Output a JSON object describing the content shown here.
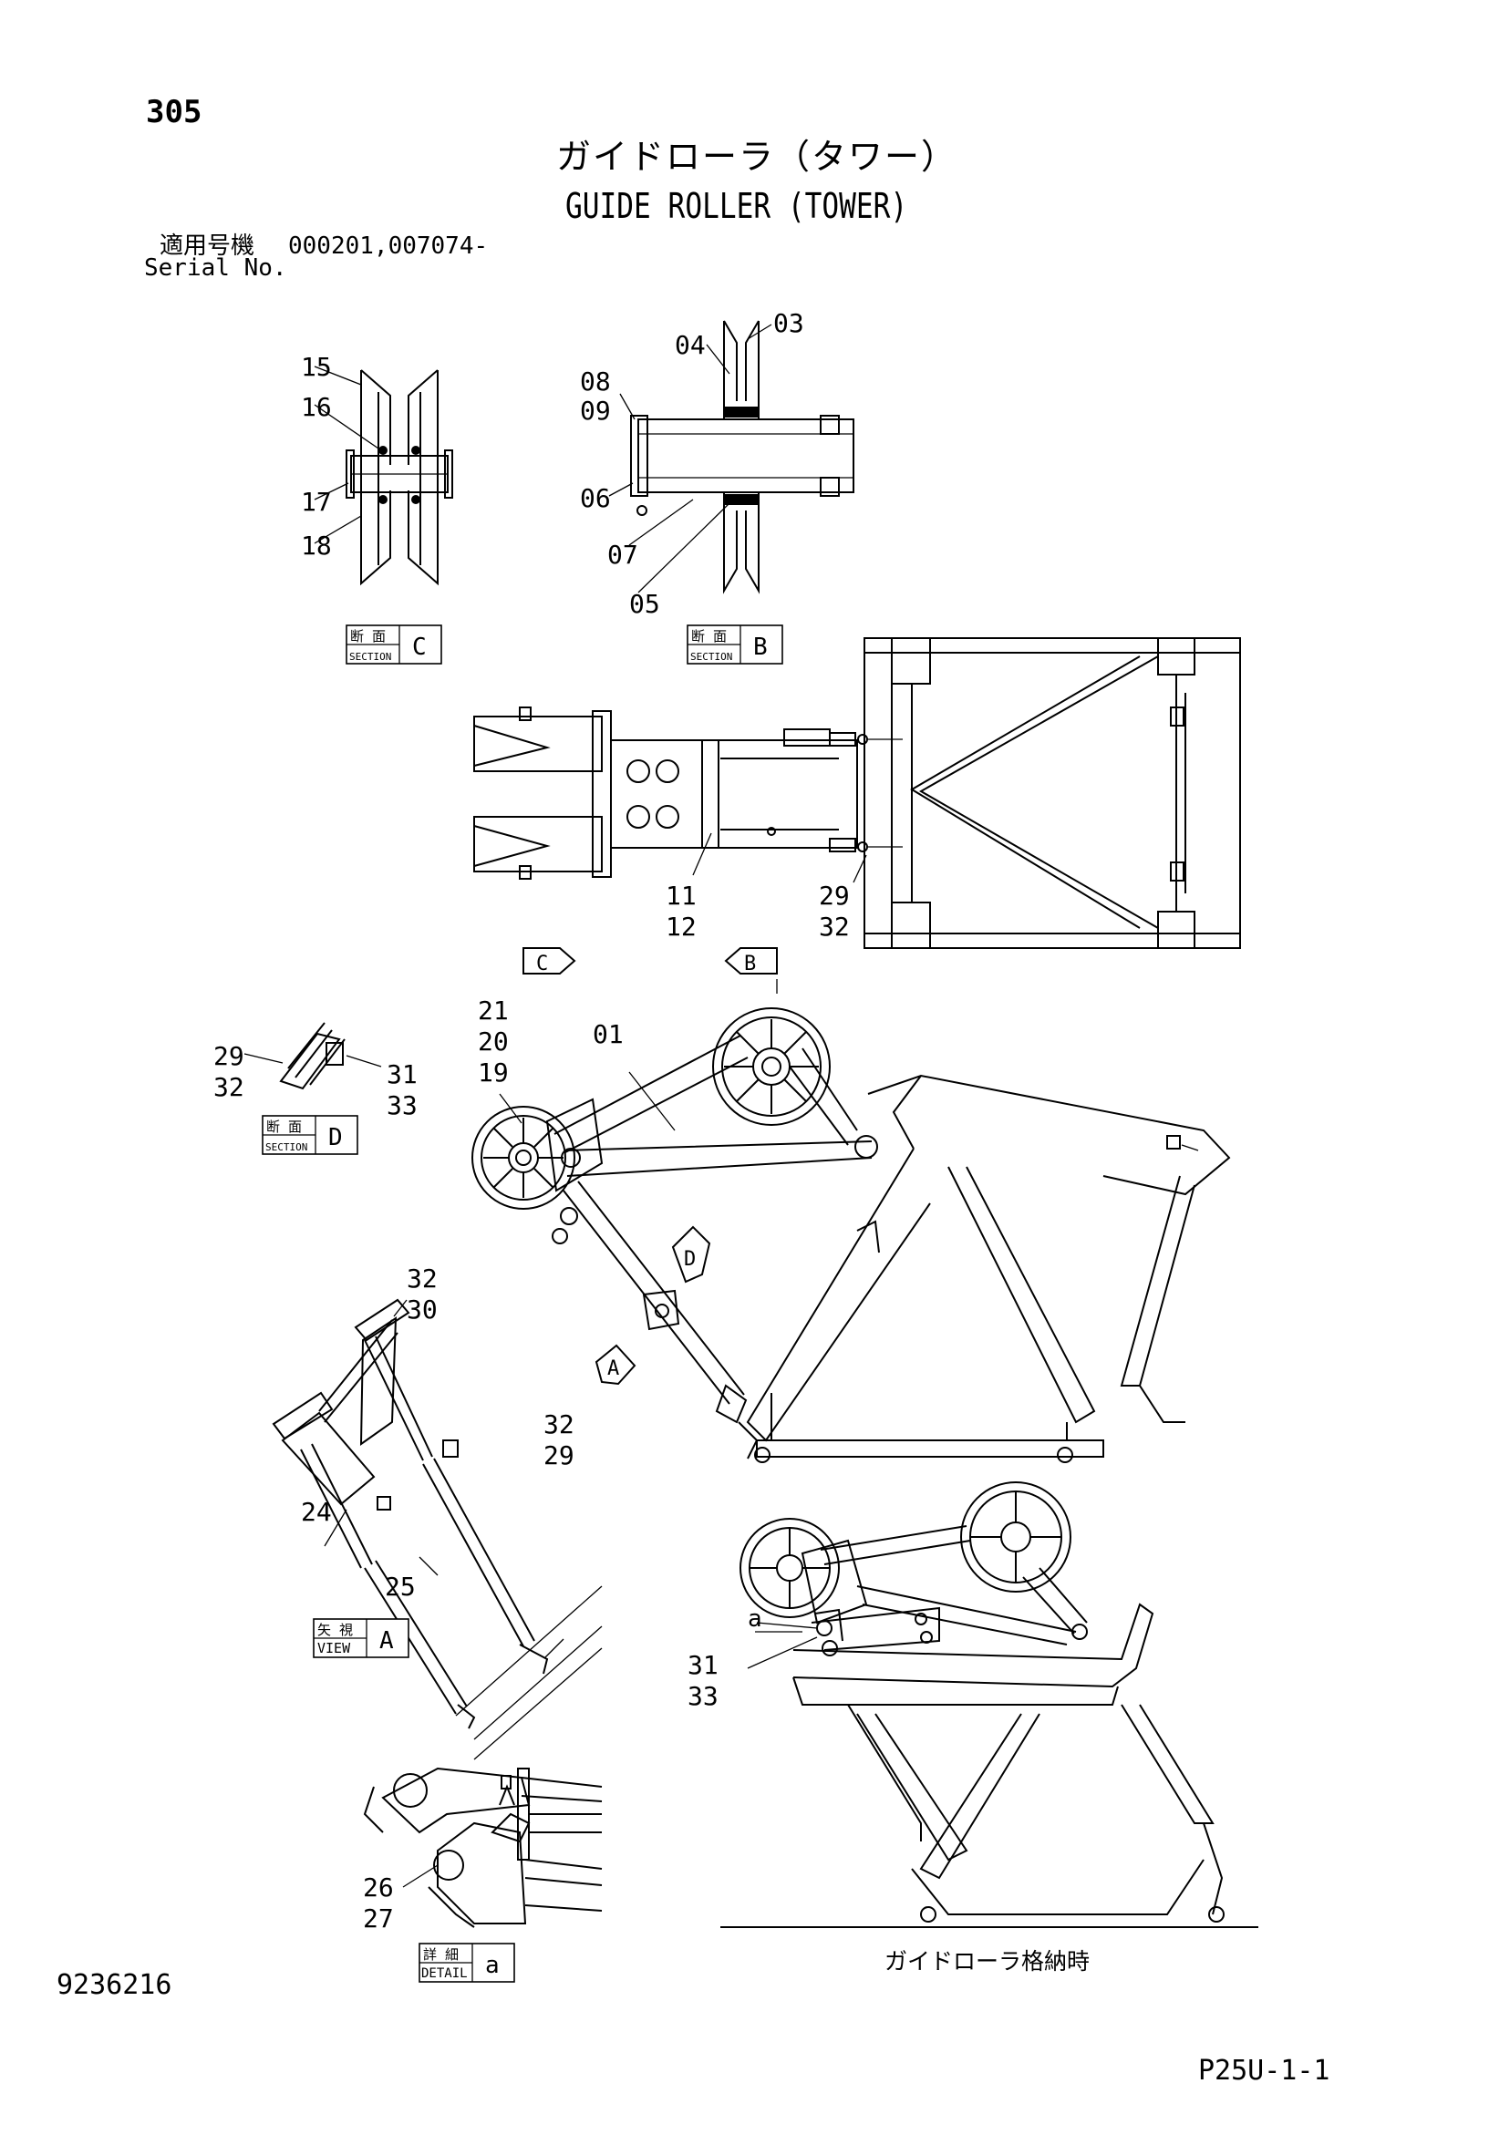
{
  "header": {
    "page_number": "305",
    "title_jp": "ガイドローラ（タワー）",
    "title_en": "GUIDE ROLLER (TOWER)",
    "serial_label_jp": "適用号機",
    "serial_label_en": "Serial No.",
    "serial_value": "000201,007074-"
  },
  "footer": {
    "document_number": "9236216",
    "page_code": "P25U-1-1"
  },
  "caption_stowed": "ガイドローラ格納時",
  "section_labels": {
    "section_c": {
      "jp": "断 面",
      "en": "SECTION",
      "letter": "C"
    },
    "section_b": {
      "jp": "断 面",
      "en": "SECTION",
      "letter": "B"
    },
    "section_d": {
      "jp": "断 面",
      "en": "SECTION",
      "letter": "D"
    },
    "view_a": {
      "jp": "矢 視",
      "en": "VIEW",
      "letter": "A"
    },
    "detail_a": {
      "jp": "詳 細",
      "en": "DETAIL",
      "letter": "a"
    }
  },
  "view_arrows": [
    "C",
    "B",
    "D",
    "A"
  ],
  "detail_marker": "a",
  "callouts": {
    "c15": "15",
    "c16": "16",
    "c17": "17",
    "c18": "18",
    "c04": "04",
    "c03": "03",
    "c08": "08",
    "c09": "09",
    "c06": "06",
    "c07": "07",
    "c05": "05",
    "c11": "11",
    "c12": "12",
    "c29a": "29",
    "c32a": "32",
    "c21": "21",
    "c20": "20",
    "c19": "19",
    "c01": "01",
    "c29b": "29",
    "c32b": "32",
    "c31a": "31",
    "c33a": "33",
    "c32c": "32",
    "c30": "30",
    "c24": "24",
    "c25": "25",
    "c32d": "32",
    "c29c": "29",
    "c31b": "31",
    "c33b": "33",
    "c26": "26",
    "c27": "27"
  }
}
